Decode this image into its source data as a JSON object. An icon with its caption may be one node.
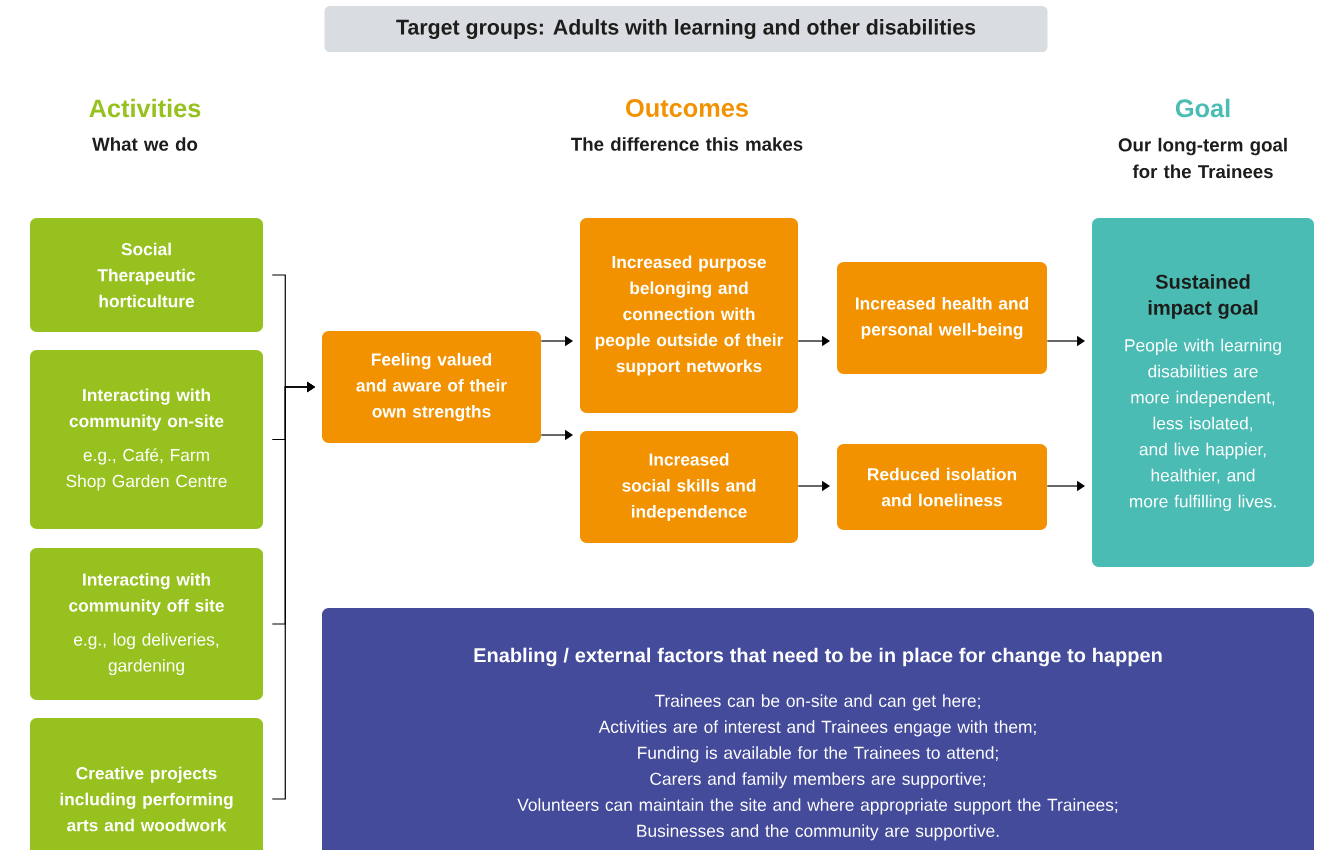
{
  "diagram": {
    "title": "Target groups: Adults with learning and other disabilities",
    "nodes": [
      {
        "text": [
          "Social Therapeutic horticulture"
        ]
      },
      {
        "text": [
          "Interacting with community on-site",
          "e.g., Café, Farm Shop Garden Centre"
        ]
      },
      {
        "text": [
          "Interacting with community off site",
          "e.g., log deliveries, gardening"
        ]
      },
      {
        "text": [
          "Creative projects including performing arts and woodwork"
        ]
      },
      {
        "text": [
          "Feeling valued and aware of their own strengths"
        ]
      },
      {
        "text": [
          "Increased purpose belonging and connection with people outside of their support networks"
        ]
      },
      {
        "text": [
          "Increased social skills and independence"
        ]
      },
      {
        "text": [
          "Increased health and personal well-being"
        ]
      },
      {
        "text": [
          "Reduced isolation and loneliness"
        ]
      },
      {
        "text": [
          "Sustained impact goal",
          "People with learning disabilities are more independent, less isolated, and live happier, healthier, and more fulfilling lives."
        ]
      },
      {
        "text": [
          "Enabling / external factors that need to be in place for change to happen",
          "Trainees can be on-site and can get here;",
          "Activities are of interest and Trainees engage with them;",
          "Funding is available for the Trainees to attend;",
          "Carers and family members are supportive;",
          "Volunteers can maintain the site and where appropriate support the Trainees;",
          "Businesses and the community are supportive."
        ]
      }
    ],
    "edges": [
      {
        "from": 0,
        "to": 4,
        "arrow": "to"
      },
      {
        "from": 1,
        "to": 4,
        "arrow": "to"
      },
      {
        "from": 2,
        "to": 4,
        "arrow": "to"
      },
      {
        "from": 3,
        "to": 4,
        "arrow": "to"
      },
      {
        "from": 4,
        "to": 5,
        "arrow": "to"
      },
      {
        "from": 4,
        "to": 6,
        "arrow": "to"
      },
      {
        "from": 5,
        "to": 7,
        "arrow": "to"
      },
      {
        "from": 6,
        "to": 8,
        "arrow": "to"
      },
      {
        "from": 7,
        "to": 9,
        "arrow": "to"
      },
      {
        "from": 8,
        "to": 9,
        "arrow": "to"
      }
    ],
    "labels": [
      "Activities",
      "What we do",
      "Outcomes",
      "The difference this makes",
      "Goal",
      "Our long-term goal for the Trainees"
    ]
  }
}
